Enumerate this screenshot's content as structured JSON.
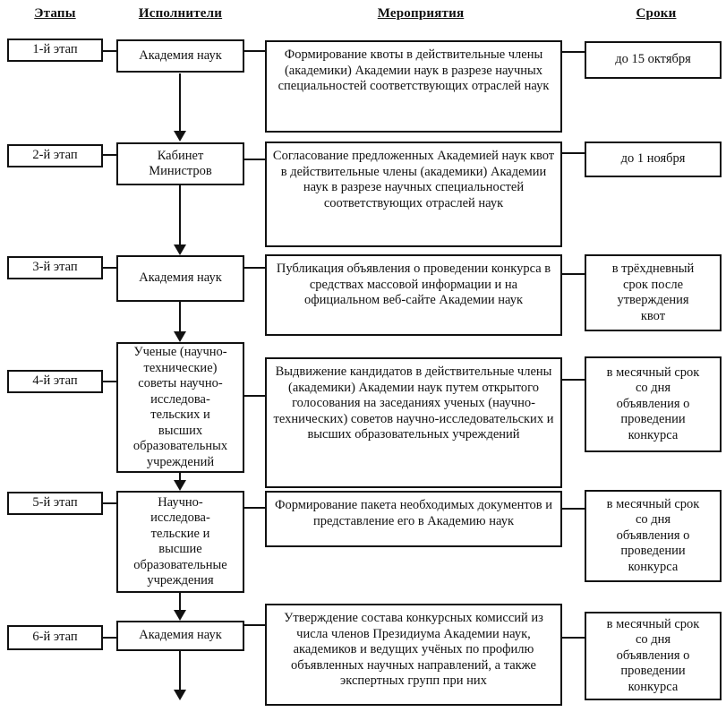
{
  "header": {
    "columns": {
      "stages": "Этапы",
      "executors": "Исполнители",
      "activities": "Мероприятия",
      "deadlines": "Сроки"
    }
  },
  "rows": [
    {
      "stage": "1-й этап",
      "executor": "Академия наук",
      "activity": "Формирование квоты в действительные члены (академики) Академии наук в разрезе научных специальностей соответствующих отраслей наук",
      "deadline": "до 15 октября"
    },
    {
      "stage": "2-й этап",
      "executor": "Кабинет\nМинистров",
      "activity": "Согласование предложенных Академией наук квот в действительные члены (академики) Академии наук в разрезе научных специальностей соответствующих отраслей наук",
      "deadline": "до 1 ноября"
    },
    {
      "stage": "3-й этап",
      "executor": "Академия наук",
      "activity": "Публикация объявления о проведении конкурса в средствах массовой информации и на официальном веб-сайте Академии наук",
      "deadline": "в трёхдневный\nсрок после\nутверждения\nквот"
    },
    {
      "stage": "4-й этап",
      "executor": "Ученые (научно-\nтехнические)\nсоветы научно-\nисследова-\nтельских и\nвысших\nобразовательных\nучреждений",
      "activity": "Выдвижение кандидатов в действительные члены (академики) Академии наук путем открытого голосования на заседаниях ученых (научно-технических) советов научно-исследовательских и высших образовательных учреждений",
      "deadline": "в месячный срок\nсо дня\nобъявления о\nпроведении\nконкурса"
    },
    {
      "stage": "5-й этап",
      "executor": "Научно-\nисследова-\nтельские и\nвысшие\nобразовательные\nучреждения",
      "activity": "Формирование пакета необходимых документов и представление его в Академию наук",
      "deadline": "в месячный срок\nсо дня\nобъявления о\nпроведении\nконкурса"
    },
    {
      "stage": "6-й этап",
      "executor": "Академия наук",
      "activity": "Утверждение состава конкурсных комиссий из числа членов Президиума Академии наук, академиков и ведущих учёных по профилю объявленных научных направлений, а также экспертных групп при них",
      "deadline": "в месячный срок\nсо дня\nобъявления о\nпроведении\nконкурса"
    }
  ]
}
